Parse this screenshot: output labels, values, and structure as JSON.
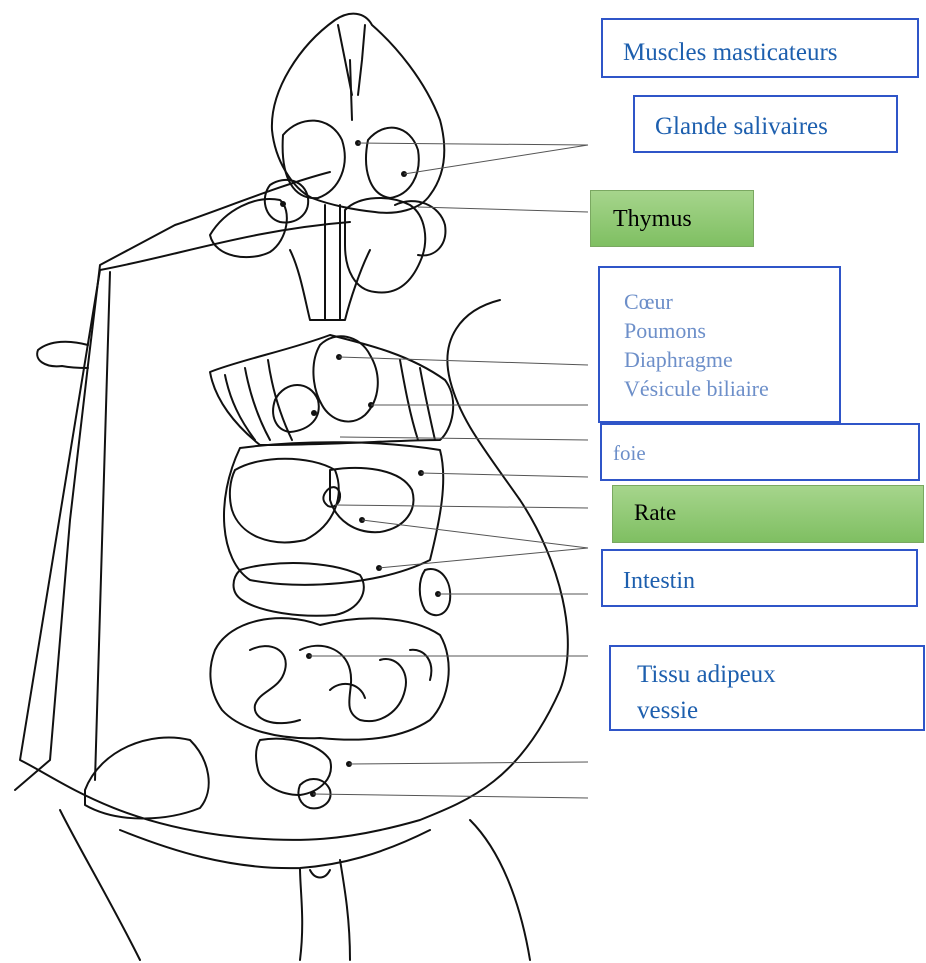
{
  "labels": {
    "muscles": "Muscles masticateurs",
    "glande": "Glande salivaires",
    "thymus": "Thymus",
    "coeur_group": [
      "Cœur",
      "Poumons",
      "Diaphragme",
      "Vésicule biliaire"
    ],
    "foie": "foie",
    "rate": "Rate",
    "intestin": "Intestin",
    "tissu_group": [
      "Tissu adipeux",
      "vessie"
    ]
  },
  "colors": {
    "box_border": "#2f55c8",
    "label_text": "#1d5fae",
    "label_text_light": "#6d8fc9",
    "green_fill": "#8cc870",
    "drawing_line": "#111111"
  }
}
